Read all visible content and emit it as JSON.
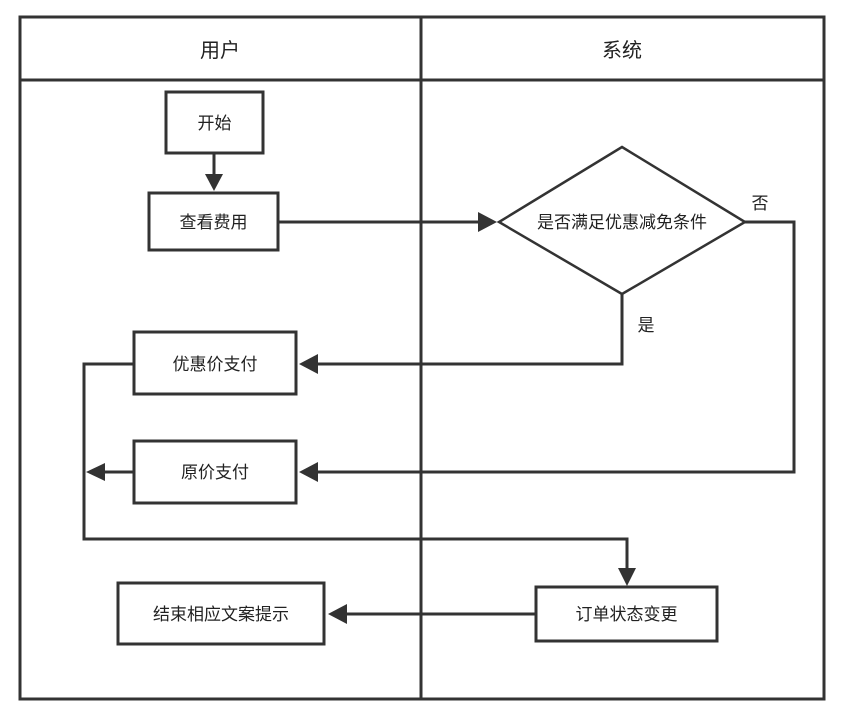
{
  "lanes": [
    {
      "title": "用户"
    },
    {
      "title": "系统"
    }
  ],
  "nodes": {
    "start": "开始",
    "view_fee": "查看费用",
    "decision": "是否满足优惠减免条件",
    "discount_pay": "优惠价支付",
    "original_pay": "原价支付",
    "order_status": "订单状态变更",
    "end_prompt": "结束相应文案提示"
  },
  "edge_labels": {
    "yes": "是",
    "no": "否"
  },
  "colors": {
    "stroke": "#333333",
    "text": "#222222",
    "background": "#ffffff"
  }
}
